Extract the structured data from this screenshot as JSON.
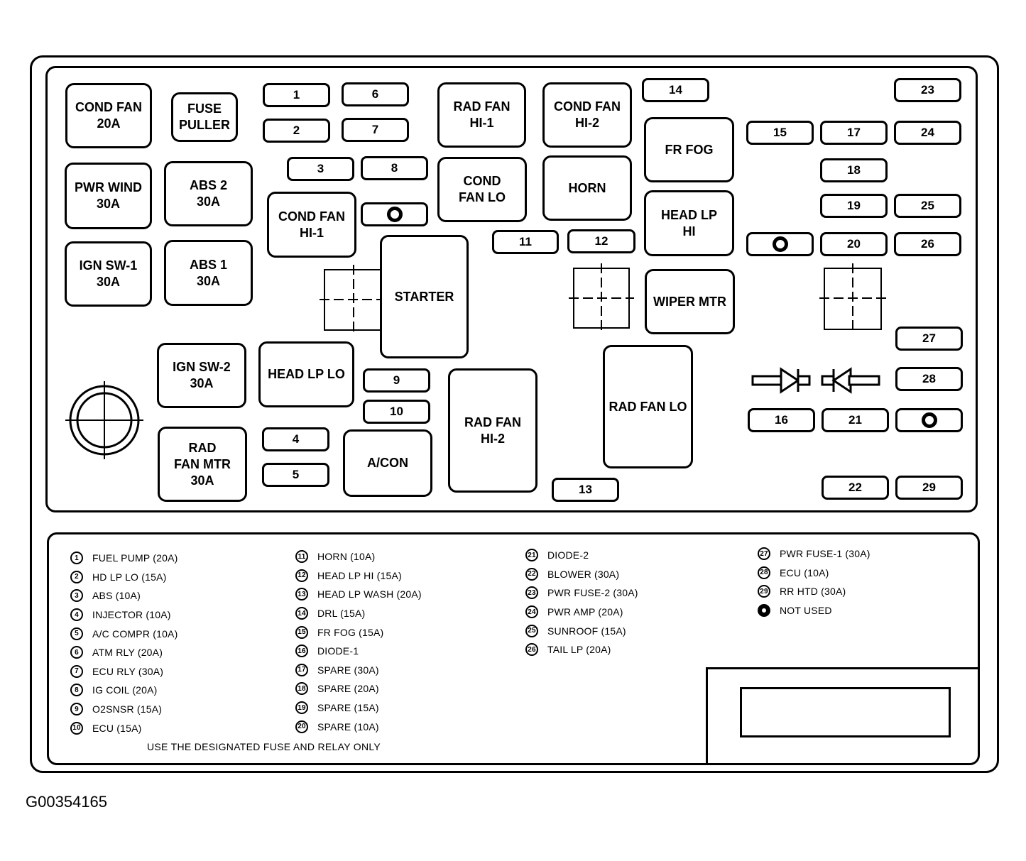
{
  "figure_code": "G00354165",
  "relays": {
    "cond_fan_20a": "COND FAN\n20A",
    "fuse_puller": "FUSE\nPULLER",
    "pwr_wind": "PWR WIND\n30A",
    "abs2": "ABS 2\n30A",
    "ign_sw1": "IGN SW-1\n30A",
    "abs1": "ABS 1\n30A",
    "cond_fan_hi1": "COND FAN\nHI-1",
    "rad_fan_hi1": "RAD FAN\nHI-1",
    "cond_fan_hi2": "COND FAN\nHI-2",
    "cond_fan_lo": "COND\nFAN LO",
    "horn": "HORN",
    "fr_fog": "FR FOG",
    "head_lp_hi": "HEAD LP\nHI",
    "starter": "STARTER",
    "wiper_mtr": "WIPER MTR",
    "ign_sw2": "IGN SW-2\n30A",
    "head_lp_lo": "HEAD LP LO",
    "rad_fan_mtr": "RAD\nFAN MTR\n30A",
    "acon": "A/CON",
    "rad_fan_hi2": "RAD FAN\nHI-2",
    "rad_fan_lo": "RAD FAN LO"
  },
  "fuses": {
    "f1": "1",
    "f2": "2",
    "f3": "3",
    "f4": "4",
    "f5": "5",
    "f6": "6",
    "f7": "7",
    "f8": "8",
    "f9": "9",
    "f10": "10",
    "f11": "11",
    "f12": "12",
    "f13": "13",
    "f14": "14",
    "f15": "15",
    "f16": "16",
    "f17": "17",
    "f18": "18",
    "f19": "19",
    "f20": "20",
    "f21": "21",
    "f22": "22",
    "f23": "23",
    "f24": "24",
    "f25": "25",
    "f26": "26",
    "f27": "27",
    "f28": "28",
    "f29": "29"
  },
  "legend": {
    "col1": [
      {
        "n": "1",
        "t": "FUEL PUMP (20A)"
      },
      {
        "n": "2",
        "t": "HD LP LO (15A)"
      },
      {
        "n": "3",
        "t": "ABS (10A)"
      },
      {
        "n": "4",
        "t": "INJECTOR (10A)"
      },
      {
        "n": "5",
        "t": "A/C COMPR (10A)"
      },
      {
        "n": "6",
        "t": "ATM RLY (20A)"
      },
      {
        "n": "7",
        "t": "ECU RLY (30A)"
      },
      {
        "n": "8",
        "t": "IG COIL (20A)"
      },
      {
        "n": "9",
        "t": "O2SNSR (15A)"
      },
      {
        "n": "10",
        "t": "ECU (15A)"
      }
    ],
    "col2": [
      {
        "n": "11",
        "t": "HORN (10A)"
      },
      {
        "n": "12",
        "t": "HEAD LP HI (15A)"
      },
      {
        "n": "13",
        "t": "HEAD LP WASH (20A)"
      },
      {
        "n": "14",
        "t": "DRL (15A)"
      },
      {
        "n": "15",
        "t": "FR FOG (15A)"
      },
      {
        "n": "16",
        "t": "DIODE-1"
      },
      {
        "n": "17",
        "t": "SPARE (30A)"
      },
      {
        "n": "18",
        "t": "SPARE (20A)"
      },
      {
        "n": "19",
        "t": "SPARE (15A)"
      },
      {
        "n": "20",
        "t": "SPARE (10A)"
      }
    ],
    "col3": [
      {
        "n": "21",
        "t": "DIODE-2"
      },
      {
        "n": "22",
        "t": "BLOWER (30A)"
      },
      {
        "n": "23",
        "t": "PWR FUSE-2 (30A)"
      },
      {
        "n": "24",
        "t": "PWR AMP (20A)"
      },
      {
        "n": "25",
        "t": "SUNROOF (15A)"
      },
      {
        "n": "26",
        "t": "TAIL LP (20A)"
      }
    ],
    "col4": [
      {
        "n": "27",
        "t": "PWR FUSE-1 (30A)"
      },
      {
        "n": "28",
        "t": "ECU (10A)"
      },
      {
        "n": "29",
        "t": "RR HTD (30A)"
      },
      {
        "n": "",
        "t": "NOT USED"
      }
    ],
    "note": "USE THE DESIGNATED FUSE AND RELAY ONLY"
  }
}
